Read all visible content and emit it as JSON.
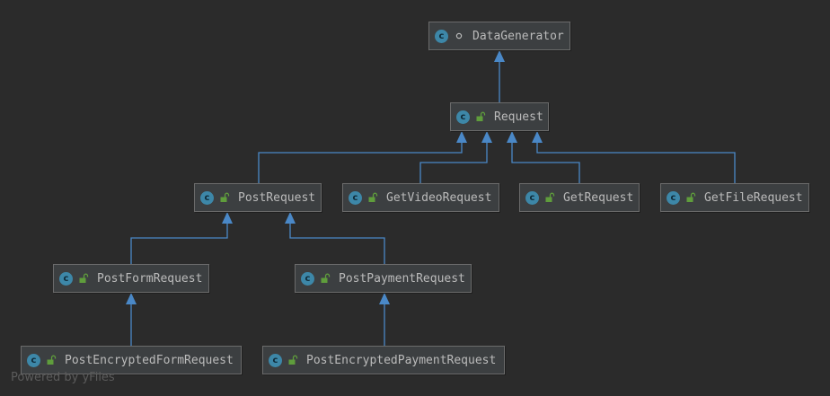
{
  "diagram": {
    "nodes": {
      "DataGenerator": {
        "label": "DataGenerator",
        "icon": "class-icon",
        "icon_letter": "c",
        "visibility": "package-private-icon"
      },
      "Request": {
        "label": "Request",
        "icon": "class-icon",
        "icon_letter": "c",
        "visibility": "public-icon"
      },
      "PostRequest": {
        "label": "PostRequest",
        "icon": "class-icon",
        "icon_letter": "c",
        "visibility": "public-icon"
      },
      "GetVideoRequest": {
        "label": "GetVideoRequest",
        "icon": "class-icon",
        "icon_letter": "c",
        "visibility": "public-icon"
      },
      "GetRequest": {
        "label": "GetRequest",
        "icon": "class-icon",
        "icon_letter": "c",
        "visibility": "public-icon"
      },
      "GetFileRequest": {
        "label": "GetFileRequest",
        "icon": "class-icon",
        "icon_letter": "c",
        "visibility": "public-icon"
      },
      "PostFormRequest": {
        "label": "PostFormRequest",
        "icon": "class-icon",
        "icon_letter": "c",
        "visibility": "public-icon"
      },
      "PostPaymentRequest": {
        "label": "PostPaymentRequest",
        "icon": "class-icon",
        "icon_letter": "c",
        "visibility": "public-icon"
      },
      "PostEncryptedFormRequest": {
        "label": "PostEncryptedFormRequest",
        "icon": "class-icon",
        "icon_letter": "c",
        "visibility": "public-icon"
      },
      "PostEncryptedPaymentRequest": {
        "label": "PostEncryptedPaymentRequest",
        "icon": "class-icon",
        "icon_letter": "c",
        "visibility": "public-icon"
      }
    },
    "edges": [
      {
        "from": "Request",
        "to": "DataGenerator",
        "type": "inheritance"
      },
      {
        "from": "PostRequest",
        "to": "Request",
        "type": "inheritance"
      },
      {
        "from": "GetVideoRequest",
        "to": "Request",
        "type": "inheritance"
      },
      {
        "from": "GetRequest",
        "to": "Request",
        "type": "inheritance"
      },
      {
        "from": "GetFileRequest",
        "to": "Request",
        "type": "inheritance"
      },
      {
        "from": "PostFormRequest",
        "to": "PostRequest",
        "type": "inheritance"
      },
      {
        "from": "PostPaymentRequest",
        "to": "PostRequest",
        "type": "inheritance"
      },
      {
        "from": "PostEncryptedFormRequest",
        "to": "PostFormRequest",
        "type": "inheritance"
      },
      {
        "from": "PostEncryptedPaymentRequest",
        "to": "PostPaymentRequest",
        "type": "inheritance"
      }
    ],
    "colors": {
      "background": "#2b2b2b",
      "node_fill": "#3c3f41",
      "edge": "#4a88c7",
      "class_icon": "#3d87a8",
      "public_icon": "#5f9d3c"
    }
  },
  "footer": {
    "text": "Powered by yFiles"
  }
}
